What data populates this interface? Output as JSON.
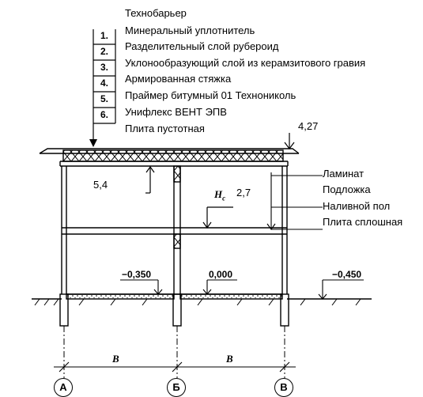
{
  "layers": [
    {
      "num": "1.",
      "text": "Минеральный уплотнитель"
    },
    {
      "num": "2.",
      "text": "Разделительный слой рубероид"
    },
    {
      "num": "3.",
      "text": "Уклонообразующий слой из керамзитового гравия"
    },
    {
      "num": "4.",
      "text": "Армированная стяжка"
    },
    {
      "num": "5.",
      "text": "Праймер битумный 01 Технониколь"
    },
    {
      "num": "6.",
      "text": "Унифлекс ВЕНТ ЭПВ"
    }
  ],
  "top_label": "Технобарьер",
  "slab_label": "Плита пустотная",
  "roof_level": "4,27",
  "height_total": "5,4",
  "floor_height": "2,7",
  "floor_height_symbol": "H",
  "floor_height_sub": "c",
  "floor_layers": [
    "Ламинат",
    "Подложка",
    "Наливной пол",
    "Плита сплошная"
  ],
  "levels": {
    "left": "−0,350",
    "mid": "0,000",
    "right": "−0,450"
  },
  "span_label": "В",
  "axes": [
    "А",
    "Б",
    "В"
  ]
}
